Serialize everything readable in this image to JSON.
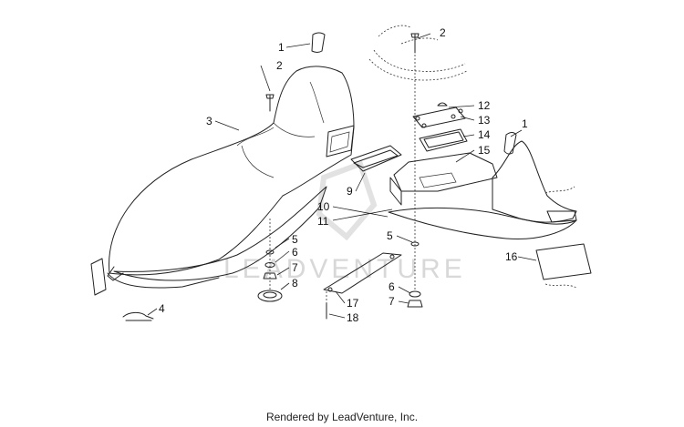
{
  "watermark": {
    "text": "LEADVENTURE"
  },
  "callouts": [
    "1",
    "2",
    "3",
    "1",
    "2",
    "4",
    "5",
    "6",
    "7",
    "8",
    "9",
    "10",
    "11",
    "12",
    "13",
    "14",
    "15",
    "16",
    "5",
    "6",
    "7",
    "17",
    "18"
  ],
  "footer": {
    "text": "Rendered by LeadVenture, Inc."
  }
}
